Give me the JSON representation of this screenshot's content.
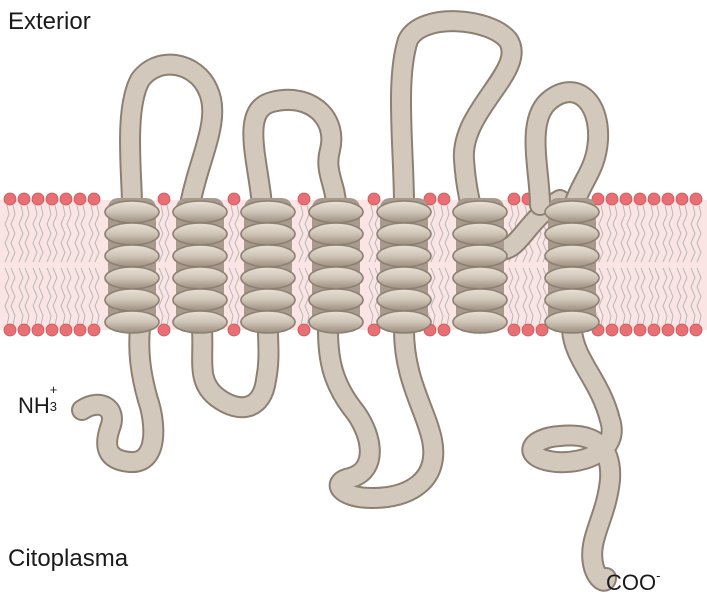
{
  "labels": {
    "exterior": "Exterior",
    "citoplasma": "Citoplasma",
    "n_terminus": {
      "base": "NH",
      "subscript": "3",
      "superscript": "+"
    },
    "c_terminus": {
      "base": "COO",
      "superscript": "-"
    }
  },
  "membrane": {
    "head_color": "#e86f74",
    "tail_color": "#b9b9b9",
    "core_color": "#fbe4e4"
  },
  "protein": {
    "body_color": "#d2c8bc",
    "edge_color": "#8d8073",
    "shade_color": "#a89a8c",
    "helix_count": 7
  }
}
